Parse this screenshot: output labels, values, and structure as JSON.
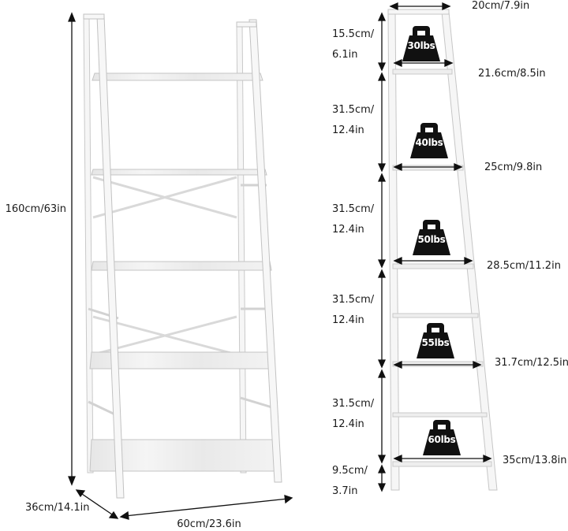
{
  "dimensions": {
    "height": "160cm/63in",
    "depth": "36cm/14.1in",
    "width": "60cm/23.6in"
  },
  "shelf_widths": [
    "20cm/7.9in",
    "21.6cm/8.5in",
    "25cm/9.8in",
    "28.5cm/11.2in",
    "31.7cm/12.5in",
    "35cm/13.8in"
  ],
  "spacings": [
    {
      "cm": "15.5cm/",
      "in": "6.1in"
    },
    {
      "cm": "31.5cm/",
      "in": "12.4in"
    },
    {
      "cm": "31.5cm/",
      "in": "12.4in"
    },
    {
      "cm": "31.5cm/",
      "in": "12.4in"
    },
    {
      "cm": "31.5cm/",
      "in": "12.4in"
    },
    {
      "cm": "9.5cm/",
      "in": "3.7in"
    }
  ],
  "weights": [
    "30lbs",
    "40lbs",
    "50lbs",
    "55lbs",
    "60lbs"
  ],
  "colors": {
    "frame": "#f4f4f4",
    "frame_edge": "#c9c9c9",
    "shelf": "#ececec",
    "dimension_line": "#111111",
    "weight_badge": "#111111"
  },
  "icons": [
    "kettlebell-weight-icon"
  ]
}
